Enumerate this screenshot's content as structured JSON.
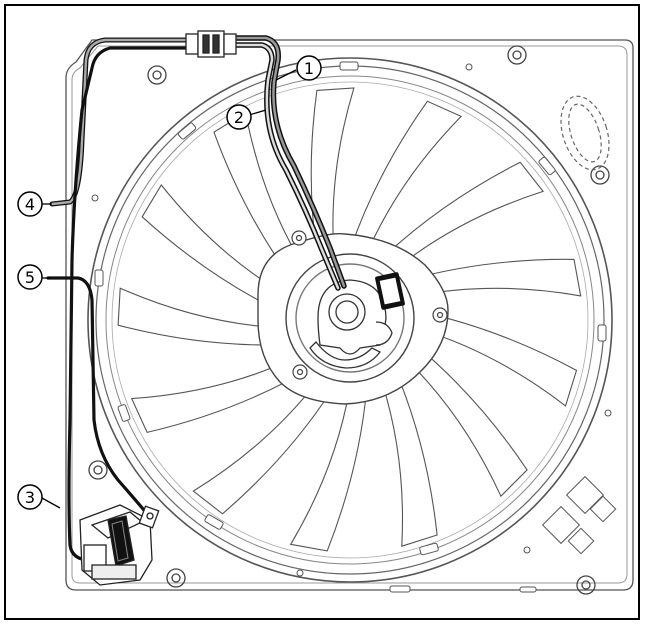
{
  "callouts": [
    {
      "id": "c1",
      "label": "1"
    },
    {
      "id": "c2",
      "label": "2"
    },
    {
      "id": "c3",
      "label": "3"
    },
    {
      "id": "c4",
      "label": "4"
    },
    {
      "id": "c5",
      "label": "5"
    }
  ],
  "colors": {
    "frame": "#000000",
    "line": "#444444",
    "light_line": "#9a9a9a",
    "fill_light": "#f2f2f2",
    "cable_dark": "#111111",
    "cable_light": "#8c8c8c"
  },
  "icons": [
    "fan-blade-icon",
    "motor-hub-icon",
    "connector-icon",
    "relay-icon"
  ]
}
